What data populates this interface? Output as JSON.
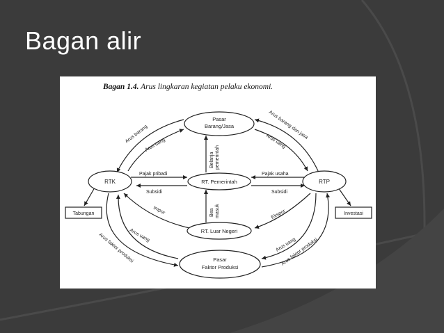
{
  "slide": {
    "title": "Bagan alir"
  },
  "colors": {
    "background": "#3b3b3b",
    "accent_arc": "#555555",
    "panel": "#ffffff",
    "stroke": "#222222"
  },
  "diagram": {
    "caption_bold": "Bagan 1.4.",
    "caption_rest": " Arus lingkaran kegiatan pelaku ekonomi.",
    "nodes": {
      "rtk": "RTK",
      "rtp": "RTP",
      "pasar_barang_1": "Pasar",
      "pasar_barang_2": "Barang/Jasa",
      "pemerintah": "RT. Pemerintah",
      "luar_negeri": "RT. Luar Negeri",
      "pasar_faktor_1": "Pasar",
      "pasar_faktor_2": "Faktor Produksi",
      "tabungan": "Tabungan",
      "investasi": "Investasi"
    },
    "edges": {
      "arus_barang_left": "Arus barang",
      "arus_uang_left_top": "Arus uang",
      "arus_barang_jasa_right": "Arus barang dan jasa",
      "arus_uang_right_top": "Arus uang",
      "belanja_1": "Belanja",
      "belanja_2": "pemerintah",
      "bea_1": "Bea",
      "bea_2": "masuk",
      "pajak_pribadi": "Pajak pribadi",
      "subsidi_left": "Subsidi",
      "pajak_usaha": "Pajak usaha",
      "subsidi_right": "Subsidi",
      "impor": "Impor",
      "ekspor": "Ekspor",
      "arus_uang_left_bottom": "Arus uang",
      "arus_faktor_left": "Arus faktor produksi",
      "arus_uang_right_bottom": "Arus uang",
      "arus_faktor_right": "Arus faktor produksi"
    }
  }
}
